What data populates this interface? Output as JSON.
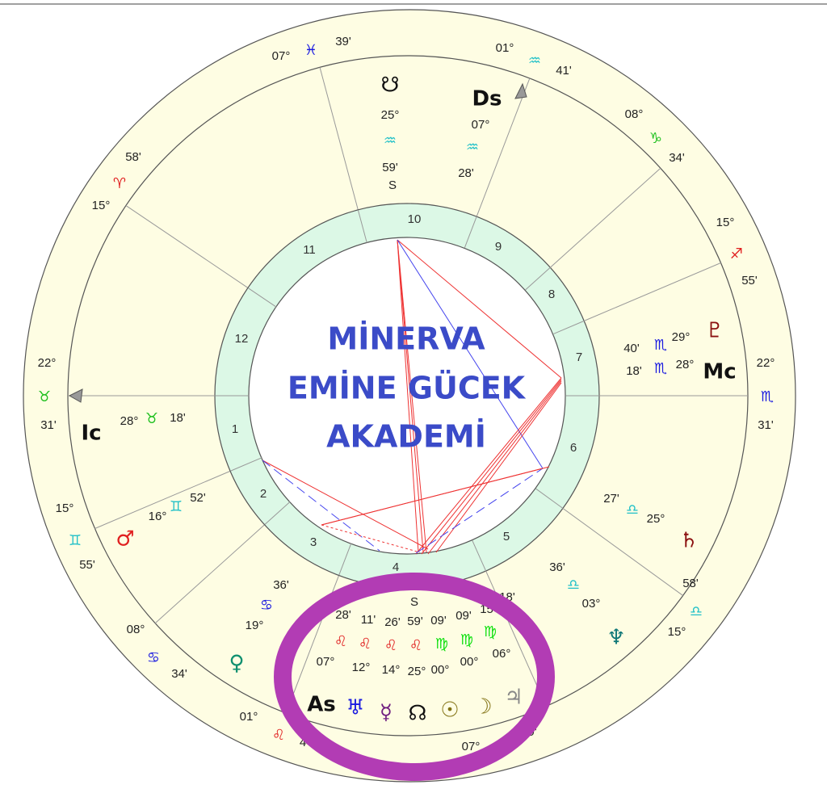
{
  "watermark": {
    "lines": [
      "MİNERVA",
      "EMİNE GÜCEK",
      "AKADEMİ"
    ],
    "color": "#3b4bc8"
  },
  "colors": {
    "outer_ring": "#fefde3",
    "house_ring": "#dcf8e6",
    "highlight": "#b23cb4"
  },
  "zodiac_ring": [
    {
      "deg": "07°",
      "sign": "♓",
      "min": "39'",
      "color": "#1a1ae0"
    },
    {
      "deg": "01°",
      "sign": "♒",
      "min": "41'",
      "color": "#20c0c8"
    },
    {
      "deg": "08°",
      "sign": "♑",
      "min": "34'",
      "color": "#20c020"
    },
    {
      "deg": "15°",
      "sign": "♐",
      "min": "55'",
      "color": "#e02020"
    },
    {
      "deg": "22°",
      "sign": "♏",
      "min": "31'",
      "color": "#1a1ae0"
    },
    {
      "deg": "15°",
      "sign": "♎",
      "min": "58'",
      "color": "#20c0c8"
    },
    {
      "deg": "07°",
      "min": "39'"
    },
    {
      "deg": "01°",
      "sign": "♌",
      "min": "4",
      "color": "#e02020"
    },
    {
      "deg": "08°",
      "sign": "♋",
      "min": "34'",
      "color": "#1a1ae0"
    },
    {
      "deg": "15°",
      "sign": "♊",
      "min": "55'",
      "color": "#20c0c8"
    },
    {
      "deg": "22°",
      "sign": "♉",
      "min": "31'",
      "color": "#20c020"
    },
    {
      "deg": "15°",
      "sign": "♈",
      "min": "58'",
      "color": "#e02020"
    }
  ],
  "houses": [
    "10",
    "9",
    "8",
    "7",
    "6",
    "5",
    "4",
    "3",
    "2",
    "1",
    "12",
    "11"
  ],
  "points": {
    "south_node": {
      "glyph": "☋",
      "deg": "25°",
      "sign": "♒",
      "min": "59'",
      "flag": "S"
    },
    "ds": {
      "glyph": "Ds",
      "deg": "07°",
      "sign": "♒",
      "min": "28'"
    },
    "pluto": {
      "glyph": "♇",
      "deg": "29°",
      "sign": "♏",
      "min": "40'"
    },
    "mc": {
      "glyph": "Mc",
      "deg": "28°",
      "sign": "♏",
      "min": "18'"
    },
    "ic": {
      "glyph": "Ic",
      "deg": "28°",
      "sign": "♉",
      "min": "18'"
    },
    "mars": {
      "glyph": "♂",
      "deg": "16°",
      "sign": "♊",
      "min": "52'"
    },
    "saturn": {
      "glyph": "♄",
      "deg": "25°",
      "sign": "♎",
      "min": "27'"
    },
    "neptune": {
      "glyph": "♆",
      "deg": "03°",
      "sign": "♎",
      "min": "36'"
    },
    "venus": {
      "glyph": "♀",
      "deg": "19°",
      "sign": "♋",
      "min": "36'"
    },
    "chiron": {
      "glyph": "⚷",
      "min": "18'"
    }
  },
  "cluster": {
    "flag": "S",
    "items": [
      {
        "glyph": "As",
        "deg": "07°",
        "sign": "♌",
        "min": "28'"
      },
      {
        "glyph": "♅",
        "deg": "12°",
        "sign": "♌",
        "min": "11'"
      },
      {
        "glyph": "☿",
        "deg": "14°",
        "sign": "♌",
        "min": "26'"
      },
      {
        "glyph": "☊",
        "deg": "25°",
        "sign": "♌",
        "min": "59'"
      },
      {
        "glyph": "☉",
        "deg": "00°",
        "sign": "♍",
        "min": "09'"
      },
      {
        "glyph": "☽",
        "deg": "00°",
        "sign": "♍",
        "min": "09'"
      },
      {
        "glyph": "♃",
        "deg": "06°",
        "sign": "♍",
        "min": "15'"
      }
    ]
  }
}
